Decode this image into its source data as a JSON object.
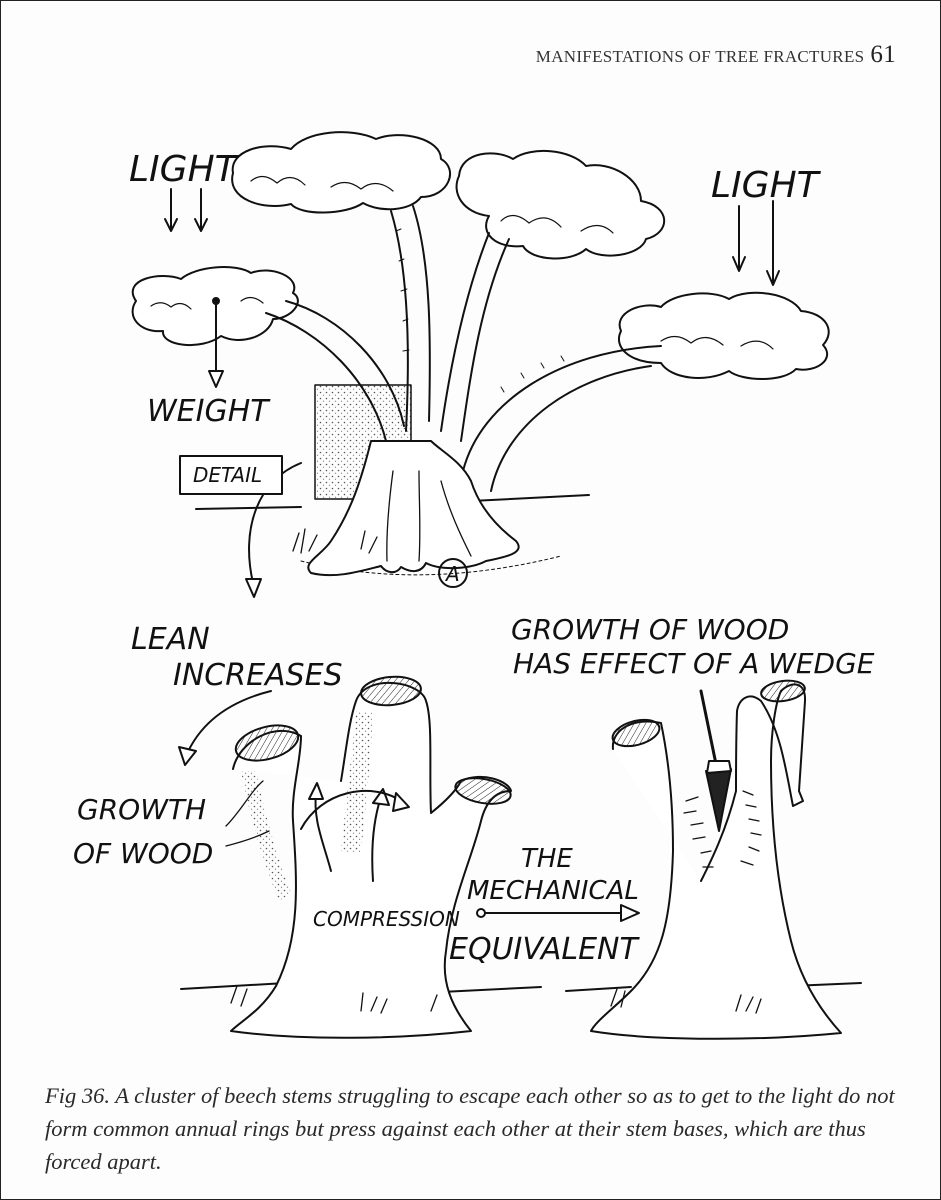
{
  "header": {
    "running_title": "MANIFESTATIONS OF TREE FRACTURES",
    "page_number": "61"
  },
  "figure": {
    "labels": {
      "light_left": "LIGHT",
      "light_right": "LIGHT",
      "weight": "WEIGHT",
      "detail": "DETAIL",
      "marker": "A",
      "lean_line1": "LEAN",
      "lean_line2": "INCREASES",
      "growth_wedge_line1": "GROWTH OF WOOD",
      "growth_wedge_line2": "HAS EFFECT OF A WEDGE",
      "growth_line1": "GROWTH",
      "growth_line2": "OF WOOD",
      "compression": "COMPRESSION",
      "mech_line1": "THE",
      "mech_line2": "MECHANICAL",
      "mech_line3": "EQUIVALENT"
    }
  },
  "caption": {
    "text": "Fig 36.  A cluster of beech stems struggling to escape each other so as to get to the light do not form common annual rings but press against each other at their stem bases, which are thus forced apart."
  }
}
